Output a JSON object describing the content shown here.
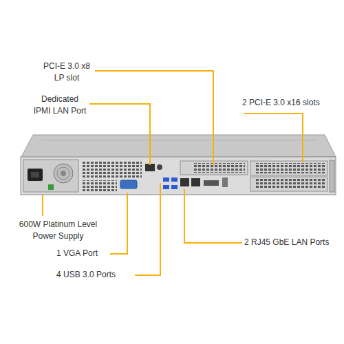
{
  "diagram": {
    "labels": [
      "PCI-E 3.0 x8 LP slot",
      "Dedicated IPMI LAN Port",
      "2 PCI-E 3.0 x16 slots",
      "600W Platinum Level Power Supply",
      "1 VGA Port",
      "2 RJ45 GbE LAN Ports",
      "4 USB 3.0 Ports"
    ]
  }
}
